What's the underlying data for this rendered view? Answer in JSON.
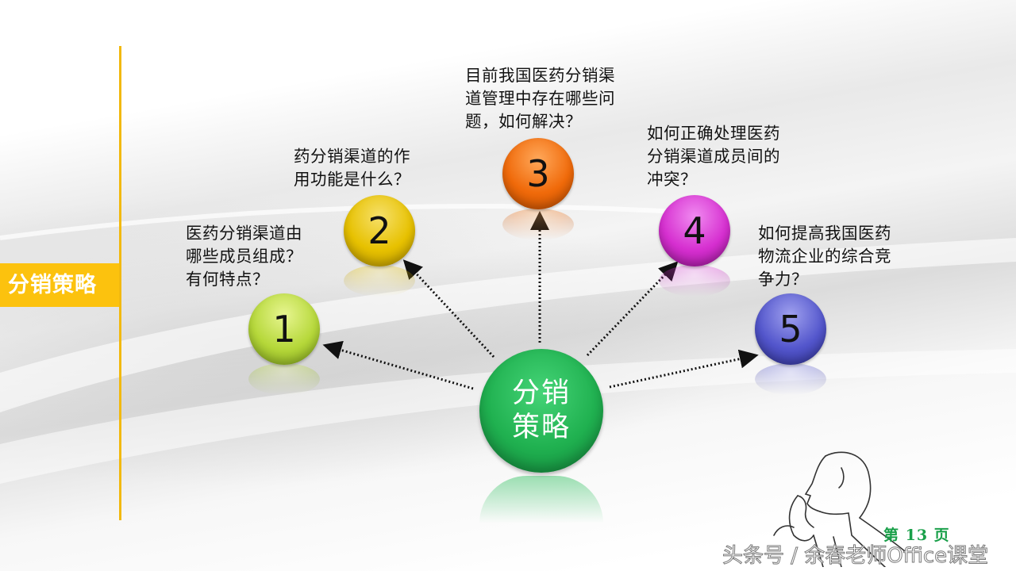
{
  "slide": {
    "section_label": "分销策略",
    "page_number": "第 13 页",
    "watermark": "头条号 / 余春老师Office课堂",
    "accent_color": "#fcc20e"
  },
  "center": {
    "line1": "分销",
    "line2": "策略",
    "color": "#20b150"
  },
  "items": [
    {
      "number": "1",
      "color": "#b6d83a",
      "question": "医药分销渠道由\n哪些成员组成？\n有何特点？"
    },
    {
      "number": "2",
      "color": "#e7c100",
      "question": "药分销渠道的作\n用功能是什么？"
    },
    {
      "number": "3",
      "color": "#f06a0a",
      "question": "目前我国医药分销渠\n道管理中存在哪些问\n题，如何解决？"
    },
    {
      "number": "4",
      "color": "#d62fd0",
      "question": "如何正确处理医药\n分销渠道成员间的\n冲突？"
    },
    {
      "number": "5",
      "color": "#5356cc",
      "question": "如何提高我国医药\n物流企业的综合竞\n争力？"
    }
  ]
}
